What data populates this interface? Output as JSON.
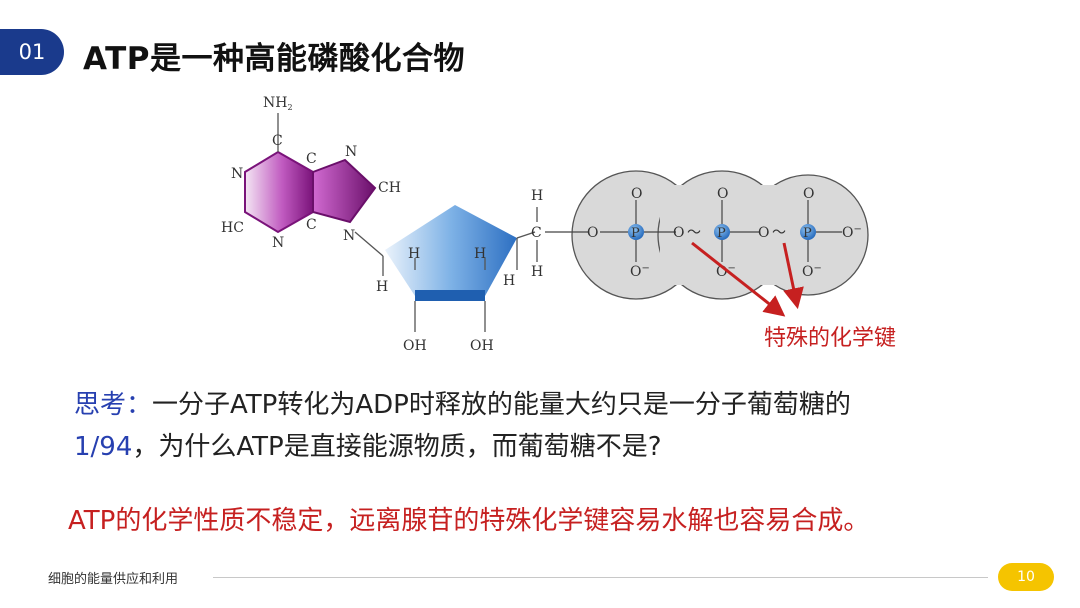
{
  "header": {
    "section_number": "01",
    "title": "ATP是一种高能磷酸化合物"
  },
  "diagram": {
    "adenine_labels": {
      "nh2": "NH",
      "nh2_sub": "2",
      "c_top": "C",
      "c_mid_top": "C",
      "c_mid_bottom": "C",
      "n_left": "N",
      "hc": "HC",
      "n_bottom": "N",
      "n_ring_top": "N",
      "ch": "CH",
      "n_ring_bottom": "N"
    },
    "ribose_labels": {
      "h_left": "H",
      "h_inner_left": "H",
      "h_inner_right": "H",
      "h_right": "H",
      "oh_left": "OH",
      "oh_right": "OH"
    },
    "phosphate_labels": {
      "ch2_h_top": "H",
      "ch2_c": "C",
      "ch2_h_bottom": "H",
      "o_link1": "O",
      "p1": "P",
      "o_link2": "O",
      "p2": "P",
      "o_link3": "O",
      "p3": "P",
      "o_end": "O",
      "o_top1": "O",
      "o_top2": "O",
      "o_top3": "O",
      "o_bottom1": "O",
      "o_bottom2": "O",
      "o_bottom3": "O",
      "minus": "−",
      "bond1": "～",
      "bond2": "～"
    },
    "bond_annotation": "特殊的化学键",
    "colors": {
      "adenine": "#8a1f8a",
      "ribose": "#2f7fd0",
      "phosphate_fill": "#d9d9d9",
      "phosphorus": "#2f7fd0",
      "arrow": "#c62020"
    }
  },
  "question": {
    "prefix": "思考：",
    "line1": "一分子ATP转化为ADP时释放的能量大约只是一分子葡萄糖的",
    "fraction": "1/94",
    "line2": "，为什么ATP是直接能源物质，而葡萄糖不是?"
  },
  "answer": "ATP的化学性质不稳定，远离腺苷的特殊化学键容易水解也容易合成。",
  "footer": {
    "course_title": "细胞的能量供应和利用",
    "page_number": "10"
  }
}
